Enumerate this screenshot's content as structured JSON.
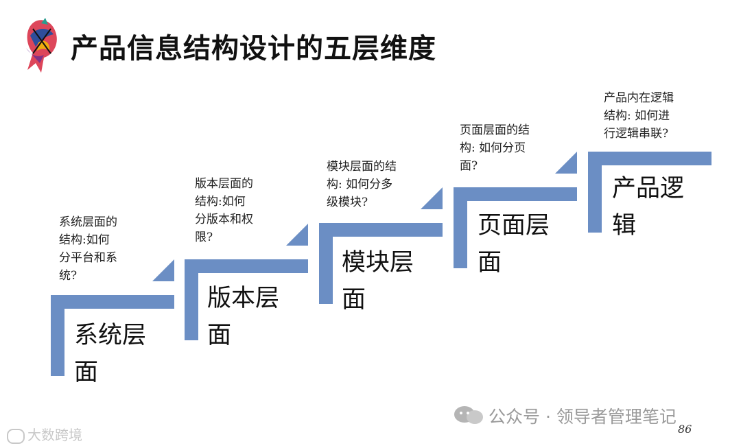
{
  "title": "产品信息结构设计的五层维度",
  "accent_color": "#6b8ec4",
  "logo_icon": "abstract-colorful-figure-logo",
  "steps": [
    {
      "label_line1": "系统层",
      "label_line2": "面",
      "desc": [
        "系统层面的",
        "结构:如何",
        "分平台和系",
        "统?"
      ]
    },
    {
      "label_line1": "版本层",
      "label_line2": "面",
      "desc": [
        "版本层面的",
        "结构:如何",
        "分版本和权",
        "限?"
      ]
    },
    {
      "label_line1": "模块层",
      "label_line2": "面",
      "desc": [
        "模块层面的结",
        "构: 如何分多",
        "级模块?"
      ]
    },
    {
      "label_line1": "页面层",
      "label_line2": "面",
      "desc": [
        "页面层面的结",
        "构: 如何分页",
        "面?"
      ]
    },
    {
      "label_line1": "产品逻",
      "label_line2": "辑",
      "desc": [
        "产品内在逻辑",
        "结构: 如何进",
        "行逻辑串联?"
      ]
    }
  ],
  "watermark": "公众号 · 领导者管理笔记",
  "footer_left": "大数跨境",
  "page_number": "86"
}
